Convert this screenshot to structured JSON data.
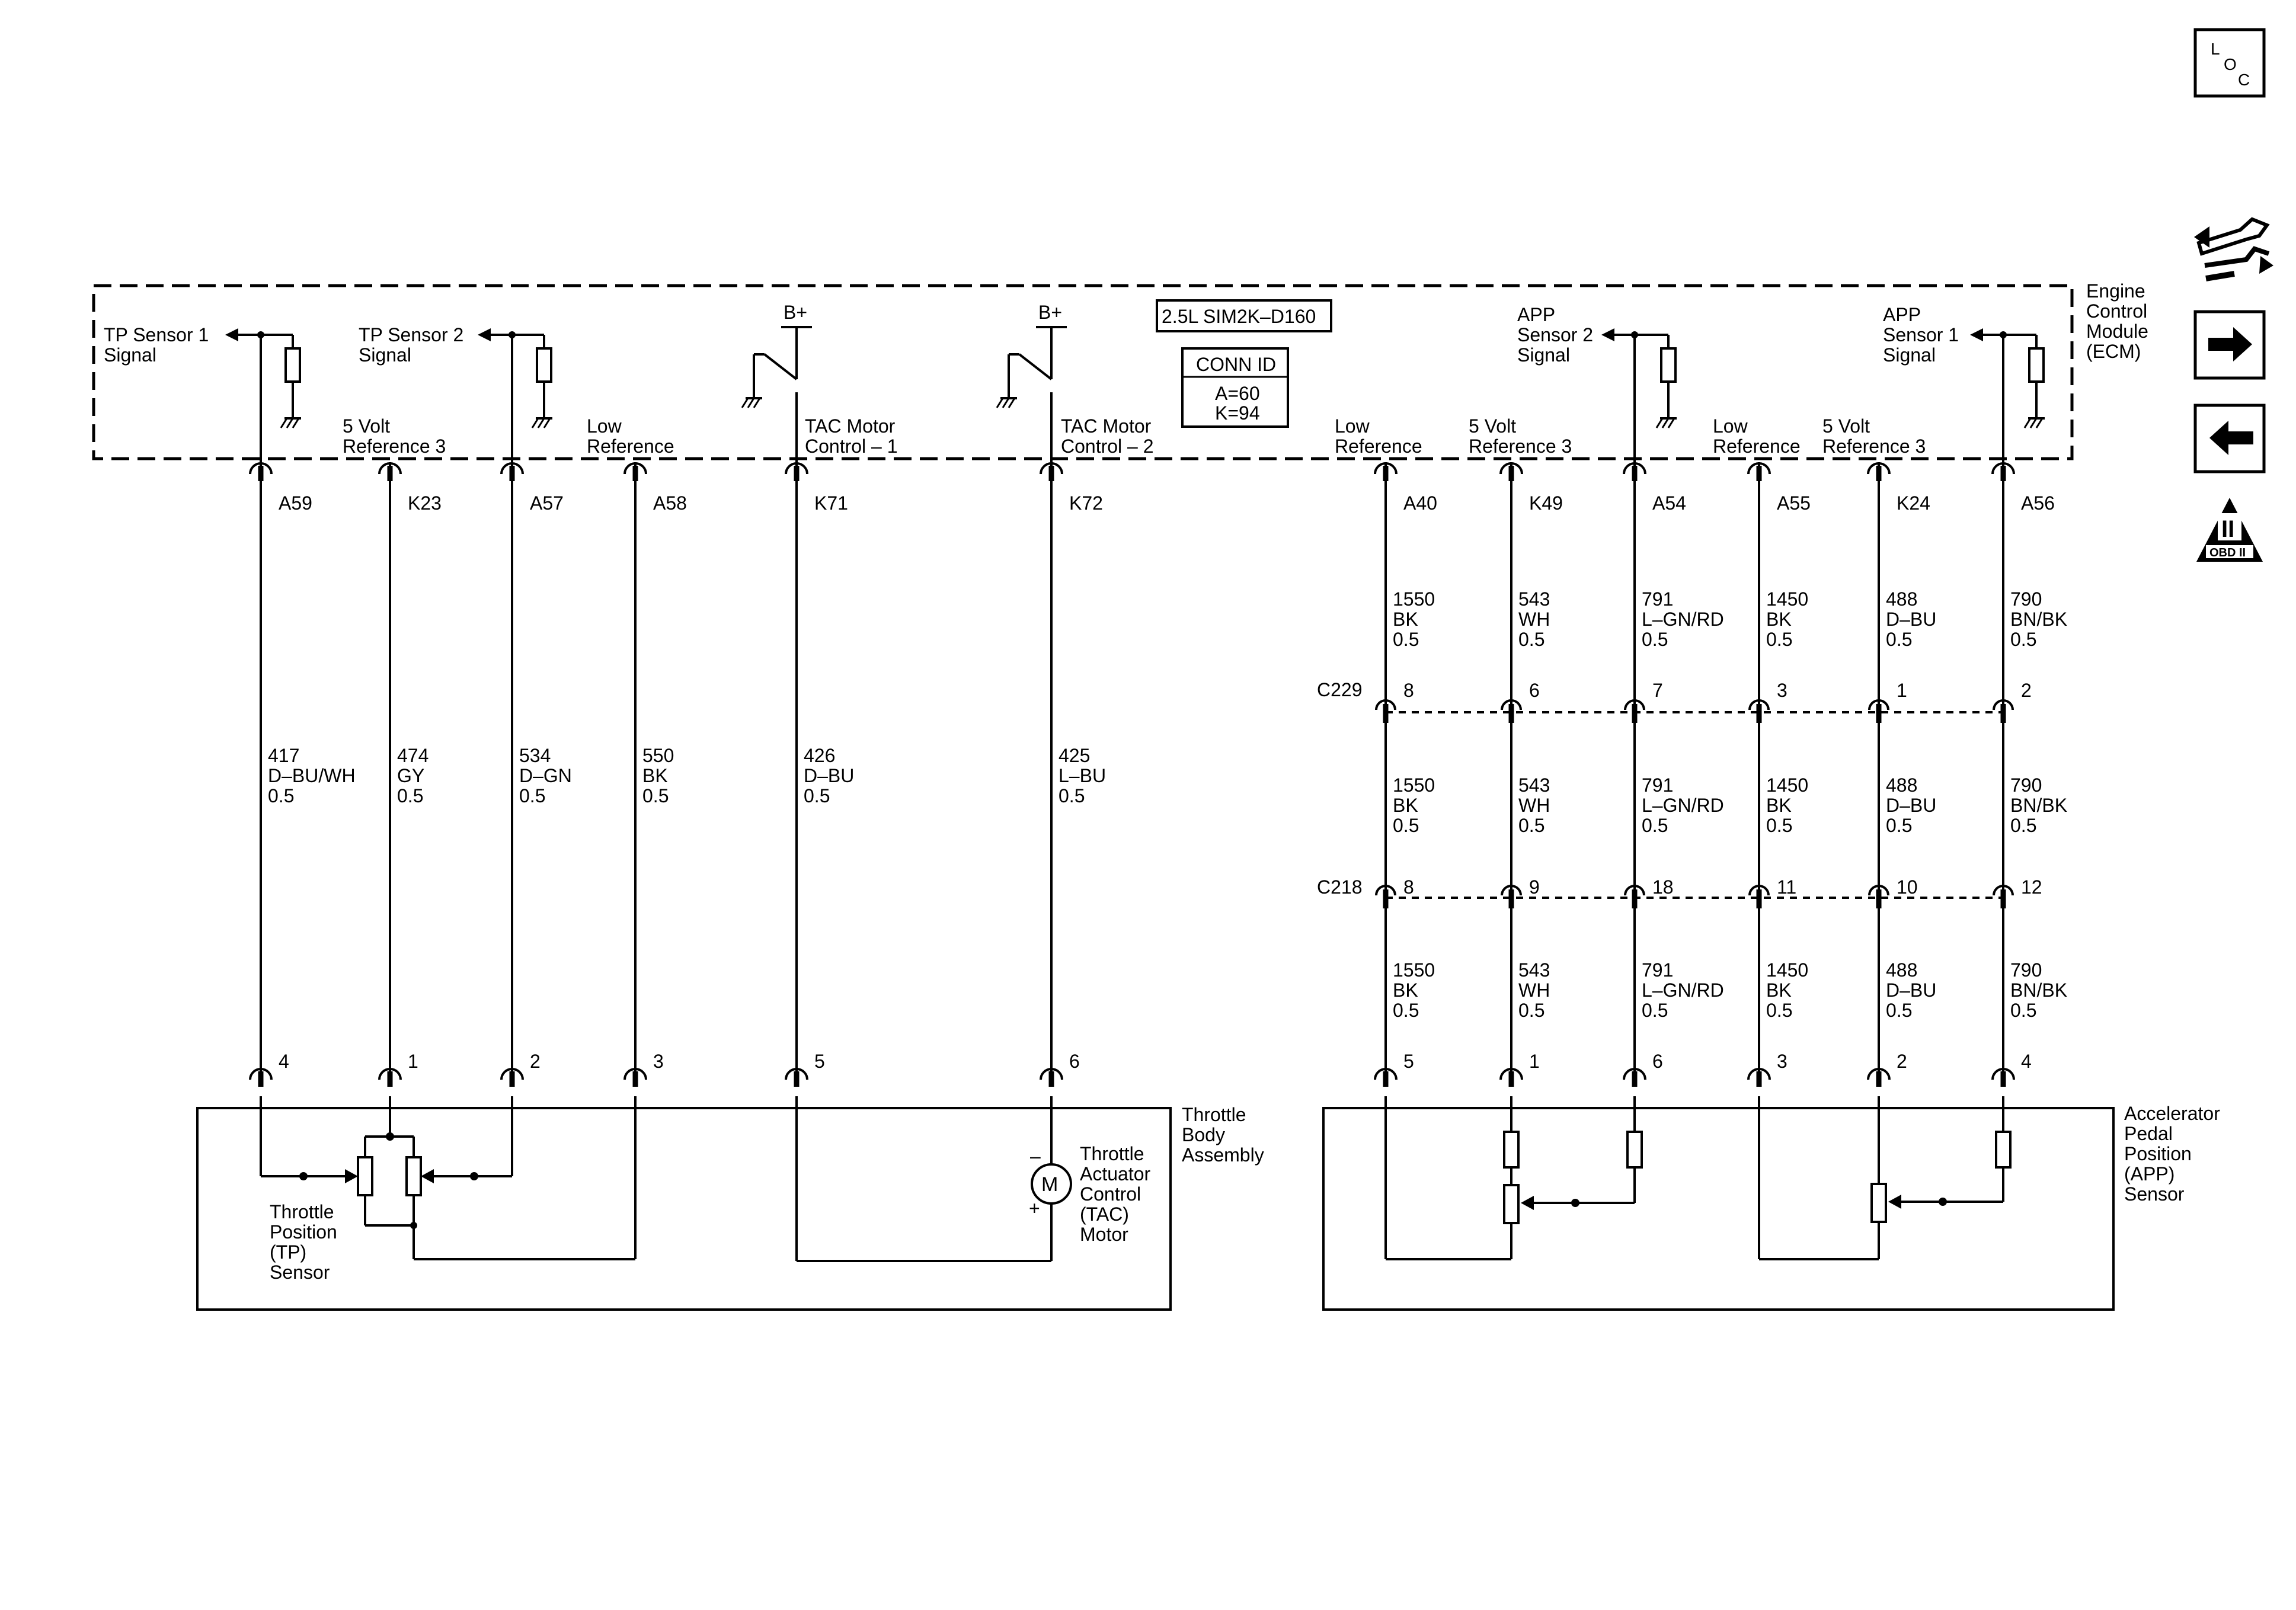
{
  "ecm": {
    "label_lines": [
      "Engine",
      "Control",
      "Module",
      "(ECM)"
    ],
    "engine_code": "2.5L SIM2K–D160",
    "conn_id": {
      "title": "CONN ID",
      "lines": [
        "A=60",
        "K=94"
      ]
    },
    "circuit_labels": {
      "tp1": [
        "TP Sensor 1",
        "Signal"
      ],
      "k23": [
        "5 Volt",
        "Reference 3"
      ],
      "tp2": [
        "TP Sensor 2",
        "Signal"
      ],
      "a58": [
        "Low",
        "Reference"
      ],
      "k71": [
        "TAC Motor",
        "Control – 1"
      ],
      "k72": [
        "TAC Motor",
        "Control – 2"
      ],
      "a40": [
        "Low",
        "Reference"
      ],
      "k49": [
        "5 Volt",
        "Reference 3"
      ],
      "app2": [
        "APP",
        "Sensor 2",
        "Signal"
      ],
      "a55": [
        "Low",
        "Reference"
      ],
      "k24": [
        "5 Volt",
        "Reference 3"
      ],
      "app1": [
        "APP",
        "Sensor 1",
        "Signal"
      ]
    },
    "bplus": "B+"
  },
  "left_wires": [
    {
      "pin": "A59",
      "circuit": "417",
      "color": "D–BU/WH",
      "size": "0.5",
      "term": "4"
    },
    {
      "pin": "K23",
      "circuit": "474",
      "color": "GY",
      "size": "0.5",
      "term": "1"
    },
    {
      "pin": "A57",
      "circuit": "534",
      "color": "D–GN",
      "size": "0.5",
      "term": "2"
    },
    {
      "pin": "A58",
      "circuit": "550",
      "color": "BK",
      "size": "0.5",
      "term": "3"
    },
    {
      "pin": "K71",
      "circuit": "426",
      "color": "D–BU",
      "size": "0.5",
      "term": "5"
    },
    {
      "pin": "K72",
      "circuit": "425",
      "color": "L–BU",
      "size": "0.5",
      "term": "6"
    }
  ],
  "right_wires": [
    {
      "pin": "A40",
      "circuit": "1550",
      "color": "BK",
      "size": "0.5",
      "c229": "8",
      "c218": "8",
      "term": "5"
    },
    {
      "pin": "K49",
      "circuit": "543",
      "color": "WH",
      "size": "0.5",
      "c229": "6",
      "c218": "9",
      "term": "1"
    },
    {
      "pin": "A54",
      "circuit": "791",
      "color": "L–GN/RD",
      "size": "0.5",
      "c229": "7",
      "c218": "18",
      "term": "6"
    },
    {
      "pin": "A55",
      "circuit": "1450",
      "color": "BK",
      "size": "0.5",
      "c229": "3",
      "c218": "11",
      "term": "3"
    },
    {
      "pin": "K24",
      "circuit": "488",
      "color": "D–BU",
      "size": "0.5",
      "c229": "1",
      "c218": "10",
      "term": "2"
    },
    {
      "pin": "A56",
      "circuit": "790",
      "color": "BN/BK",
      "size": "0.5",
      "c229": "2",
      "c218": "12",
      "term": "4"
    }
  ],
  "connectors": {
    "c229": "C229",
    "c218": "C218"
  },
  "throttle_body": {
    "label_lines": [
      "Throttle",
      "Body",
      "Assembly"
    ],
    "tp_sensor_lines": [
      "Throttle",
      "Position",
      "(TP)",
      "Sensor"
    ],
    "tac_motor_lines": [
      "Throttle",
      "Actuator",
      "Control",
      "(TAC)",
      "Motor"
    ],
    "motor_symbol": "M",
    "minus": "–",
    "plus": "+"
  },
  "app_sensor": {
    "label_lines": [
      "Accelerator",
      "Pedal",
      "Position",
      "(APP)",
      "Sensor"
    ]
  },
  "side_icons": {
    "loc": {
      "l": "L",
      "o": "O",
      "c": "C"
    },
    "wrench": "wrench-arrows-icon",
    "next": "arrow-right-icon",
    "prev": "arrow-left-icon",
    "obd": {
      "numeral": "II",
      "text": "OBD II"
    }
  }
}
